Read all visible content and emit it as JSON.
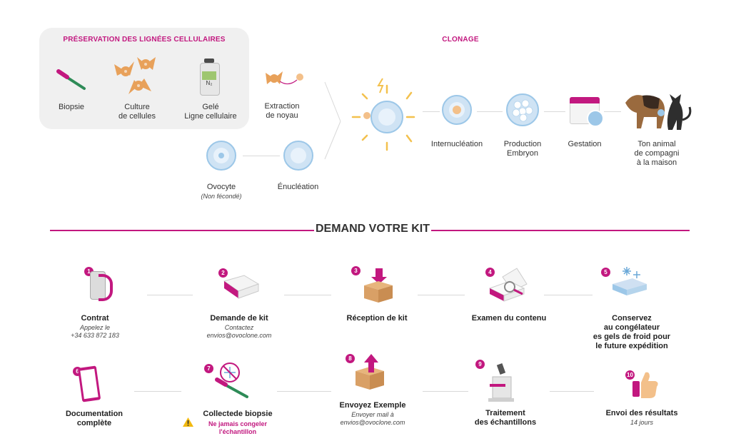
{
  "top": {
    "preservation_title": "PRÉSERVATION DES  LIGNÉES  CELLULAIRES",
    "cloning_title": "CLONAGE",
    "preservation_items": [
      {
        "label": "Biopsie"
      },
      {
        "label": "Culture\nde cellules"
      },
      {
        "label": "Gelé\nLigne cellulaire"
      }
    ],
    "n2_label": "N₂",
    "extraction_label": "Extraction\nde noyau",
    "oocyte_label": "Ovocyte",
    "oocyte_note": "(Non  fécondé)",
    "enucleation_label": "Énucléation",
    "cloning_steps": [
      {
        "label": "Internucléation"
      },
      {
        "label": "Production\nEmbryon"
      },
      {
        "label": "Gestation"
      },
      {
        "label": "Ton animal\nde compagni\nà la maison"
      }
    ]
  },
  "kit": {
    "title": "DEMAND VOTRE KIT",
    "steps": [
      {
        "num": "1",
        "title": "Contrat",
        "sub": "Appelez le\n+34 633 872 183"
      },
      {
        "num": "2",
        "title": "Demande de kit",
        "sub": "Contactez\nenvios@ovoclone.com"
      },
      {
        "num": "3",
        "title": "Réception de kit",
        "sub": ""
      },
      {
        "num": "4",
        "title": "Examen du contenu",
        "sub": ""
      },
      {
        "num": "5",
        "title": "Conservez\nau congélateur\nes gels de froid pour\nle future expédition",
        "sub": ""
      },
      {
        "num": "6",
        "title": "Documentation\ncomplète",
        "sub": ""
      },
      {
        "num": "7",
        "title": "Collectede biopsie",
        "sub": ""
      },
      {
        "num": "8",
        "title": "Envoyez  Exemple",
        "sub": "Envoyer mail à\nenvios@ovoclone.com"
      },
      {
        "num": "9",
        "title": "Traitement\ndes échantillons",
        "sub": ""
      },
      {
        "num": "10",
        "title": "Envoi des résultats",
        "sub": "14 jours"
      }
    ],
    "warning": "Ne jamais congeler\nl'échantillon"
  },
  "colors": {
    "accent": "#c2187f",
    "orange": "#e8a15a",
    "cell_blue": "#9cc7e8",
    "box": "#d9a066"
  }
}
